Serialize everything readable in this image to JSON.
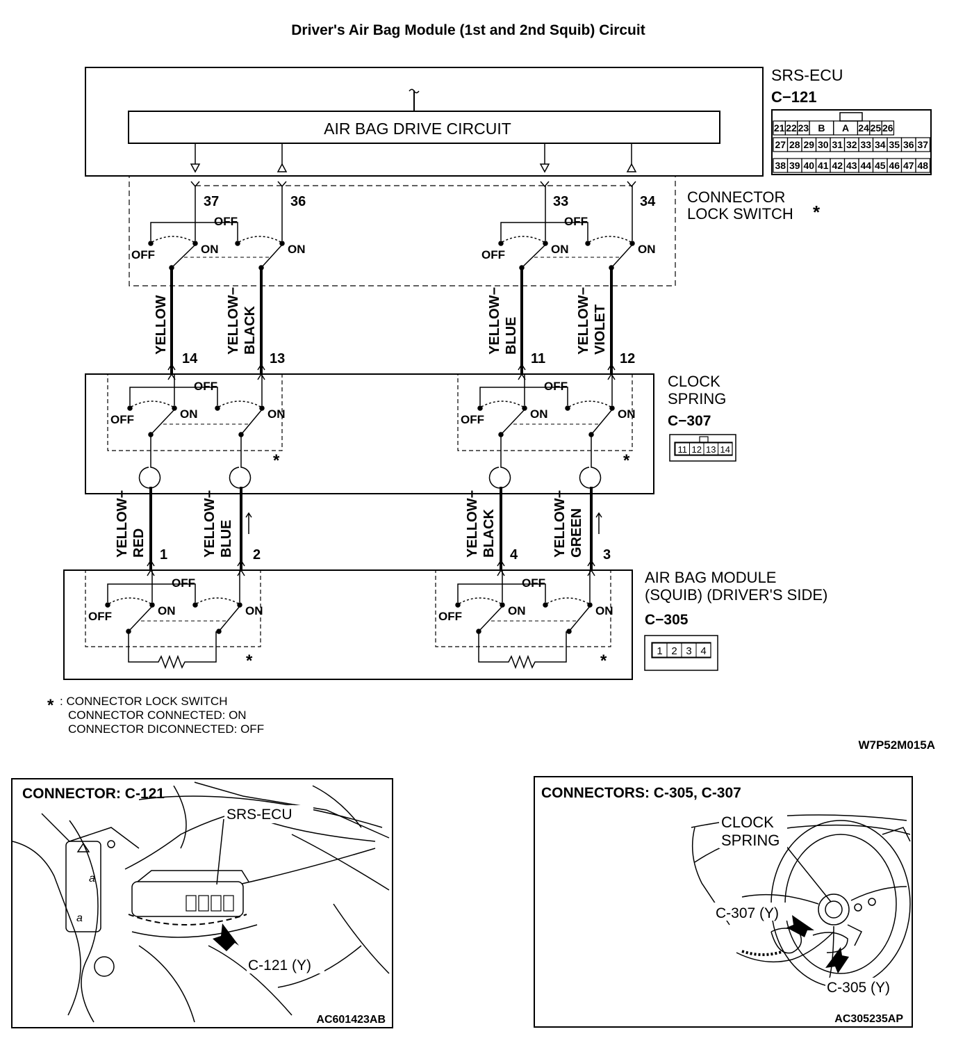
{
  "title": "Driver's Air Bag Module (1st and 2nd Squib) Circuit",
  "ecu": {
    "name": "SRS-ECU",
    "connector": "C−121",
    "drive_circuit": "AIR BAG DRIVE CIRCUIT",
    "pins": [
      "37",
      "36",
      "33",
      "34"
    ],
    "pin_grid": {
      "row1": [
        "21",
        "22",
        "23",
        "B",
        "A",
        "24",
        "25",
        "26"
      ],
      "row2": [
        "27",
        "28",
        "29",
        "30",
        "31",
        "32",
        "33",
        "34",
        "35",
        "36",
        "37"
      ],
      "row3": [
        "38",
        "39",
        "40",
        "41",
        "42",
        "43",
        "44",
        "45",
        "46",
        "47",
        "48"
      ]
    }
  },
  "lock_switch_label": [
    "CONNECTOR",
    "LOCK SWITCH"
  ],
  "switch": {
    "on": "ON",
    "off": "OFF"
  },
  "asterisk": "*",
  "wires_upper": [
    {
      "color": [
        "YELLOW"
      ],
      "pin": "14"
    },
    {
      "color": [
        "YELLOW−",
        "BLACK"
      ],
      "pin": "13"
    },
    {
      "color": [
        "YELLOW−",
        "BLUE"
      ],
      "pin": "11"
    },
    {
      "color": [
        "YELLOW−",
        "VIOLET"
      ],
      "pin": "12"
    }
  ],
  "clock_spring": {
    "label": [
      "CLOCK",
      "SPRING"
    ],
    "connector": "C−307",
    "pin_grid": [
      "11",
      "12",
      "13",
      "14"
    ]
  },
  "wires_lower": [
    {
      "color": [
        "YELLOW−",
        "RED"
      ],
      "pin": "1"
    },
    {
      "color": [
        "YELLOW−",
        "BLUE"
      ],
      "pin": "2"
    },
    {
      "color": [
        "YELLOW−",
        "BLACK"
      ],
      "pin": "4"
    },
    {
      "color": [
        "YELLOW−",
        "GREEN"
      ],
      "pin": "3"
    }
  ],
  "module": {
    "label": [
      "AIR BAG MODULE",
      "(SQUIB) (DRIVER'S SIDE)"
    ],
    "connector": "C−305",
    "pin_grid": [
      "1",
      "2",
      "3",
      "4"
    ]
  },
  "legend": {
    "symbol": "*",
    "lines": [
      ": CONNECTOR LOCK SWITCH",
      "CONNECTOR CONNECTED: ON",
      "CONNECTOR DICONNECTED: OFF"
    ]
  },
  "figure_code": "W7P52M015A",
  "panel_left": {
    "title": "CONNECTOR: C-121",
    "label_ecu": "SRS-ECU",
    "label_conn": "C-121 (Y)",
    "code": "AC601423AB"
  },
  "panel_right": {
    "title": "CONNECTORS: C-305, C-307",
    "label_clock": [
      "CLOCK",
      "SPRING"
    ],
    "label_307": "C-307 (Y)",
    "label_305": "C-305 (Y)",
    "code": "AC305235AP"
  }
}
